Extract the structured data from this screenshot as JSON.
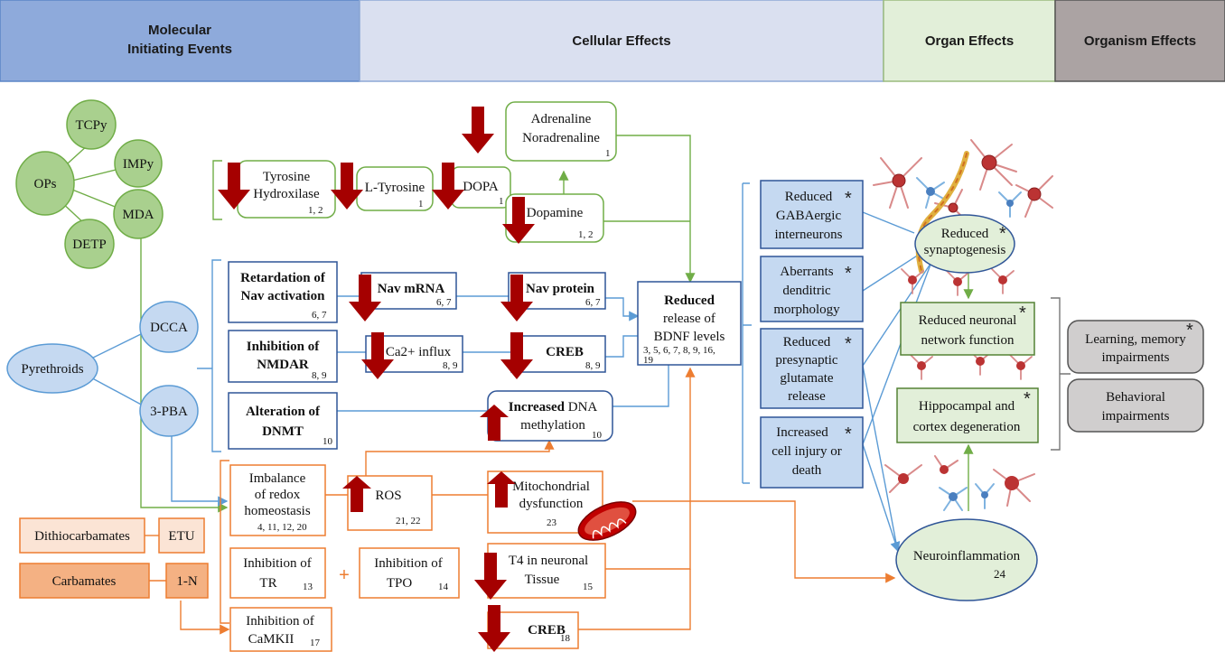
{
  "header": {
    "molecular_line1": "Molecular",
    "molecular_line2": "Initiating Events",
    "cellular": "Cellular Effects",
    "organ": "Organ Effects",
    "organism": "Organism Effects"
  },
  "nodes": {
    "tcpy": "TCPy",
    "impy": "IMPy",
    "ops": "OPs",
    "mda": "MDA",
    "detp": "DETP",
    "pyrethroids": "Pyrethroids",
    "dcca": "DCCA",
    "pba": "3-PBA",
    "dithiocarbamates": "Dithiocarbamates",
    "etu": "ETU",
    "carbamates": "Carbamates",
    "one_n": "1-N"
  },
  "green_boxes": {
    "adrenaline": "Adrenaline",
    "noradrenaline": "Noradrenaline",
    "adrenaline_ref": "1",
    "tyrosine_h1": "Tyrosine",
    "tyrosine_h2": "Hydroxilase",
    "tyrosine_h_ref": "1, 2",
    "ltyrosine": "L-Tyrosine",
    "ltyrosine_ref": "1",
    "dopa": "DOPA",
    "dopa_ref": "1",
    "dopamine": "Dopamine",
    "dopamine_ref": "1, 2"
  },
  "blue_boxes": {
    "retardation_1": "Retardation of",
    "retardation_2": "Nav activation",
    "retardation_ref": "6, 7",
    "nav_mrna": "Nav mRNA",
    "nav_mrna_ref": "6, 7",
    "nav_protein": "Nav protein",
    "nav_protein_ref": "6, 7",
    "inhibition_nmdar_1": "Inhibition of",
    "inhibition_nmdar_2": "NMDAR",
    "inhibition_nmdar_ref": "8, 9",
    "ca_influx": "Ca2+ influx",
    "ca_influx_ref": "8, 9",
    "creb": "CREB",
    "creb_ref": "8, 9",
    "alteration_1": "Alteration of",
    "alteration_2": "DNMT",
    "alteration_ref": "10",
    "dna_bold": "Increased",
    "dna_rest": " DNA",
    "dna_2": "methylation",
    "dna_ref": "10",
    "bdnf_1": "Reduced",
    "bdnf_2": "release of",
    "bdnf_3": "BDNF levels",
    "bdnf_ref1": "3, 5, 6, 7, 8, 9, 16,",
    "bdnf_ref2": "19"
  },
  "orange_boxes": {
    "imbalance_1": "Imbalance",
    "imbalance_2": "of redox",
    "imbalance_3": "homeostasis",
    "imbalance_ref": "4, 11, 12, 20",
    "ros": "ROS",
    "ros_ref": "21, 22",
    "mito_1": "Mitochondrial",
    "mito_2": "dysfunction",
    "mito_ref": "23",
    "tr_1": "Inhibition of",
    "tr_2": "TR",
    "tr_ref": "13",
    "plus": "+",
    "tpo_1": "Inhibition of",
    "tpo_2": "TPO",
    "tpo_ref": "14",
    "t4_1": "T4 in neuronal",
    "t4_2": "Tissue",
    "t4_ref": "15",
    "camkii_1": "Inhibition of",
    "camkii_2": "CaMKII",
    "camkii_ref": "17",
    "creb2": "CREB",
    "creb2_ref": "18"
  },
  "organ_boxes": {
    "gaba_1": "Reduced",
    "gaba_2": "GABAergic",
    "gaba_3": "interneurons",
    "dend_1": "Aberrants",
    "dend_2": "denditric",
    "dend_3": "morphology",
    "glut_1": "Reduced",
    "glut_2": "presynaptic",
    "glut_3": "glutamate",
    "glut_4": "release",
    "cell_1": "Increased",
    "cell_2": "cell injury or",
    "cell_3": "death",
    "star": "*"
  },
  "organ_effects": {
    "synapto_1": "Reduced",
    "synapto_2": "synaptogenesis",
    "network_1": "Reduced neuronal",
    "network_2": "network function",
    "hippo_1": "Hippocampal and",
    "hippo_2": "cortex degeneration",
    "neuroinf": "Neuroinflammation",
    "neuroinf_ref": "24"
  },
  "organism": {
    "learning_1": "Learning, memory",
    "learning_2": "impairments",
    "behavioral_1": "Behavioral",
    "behavioral_2": "impairments"
  },
  "colors": {
    "header_molecular": "#8eaadb",
    "header_cellular": "#dae0f0",
    "header_organ": "#e2efd9",
    "header_organism": "#aba3a3",
    "green_fill": "#a9d08e",
    "green_stroke": "#70ad47",
    "blue_fill": "#c5d9f1",
    "blue_stroke": "#2f5597",
    "orange_stroke": "#ed7d31",
    "orange_fill": "#fbe4d5",
    "orange_dark": "#f4b183",
    "arrow_red": "#a50000",
    "grey_fill": "#d0cece"
  }
}
